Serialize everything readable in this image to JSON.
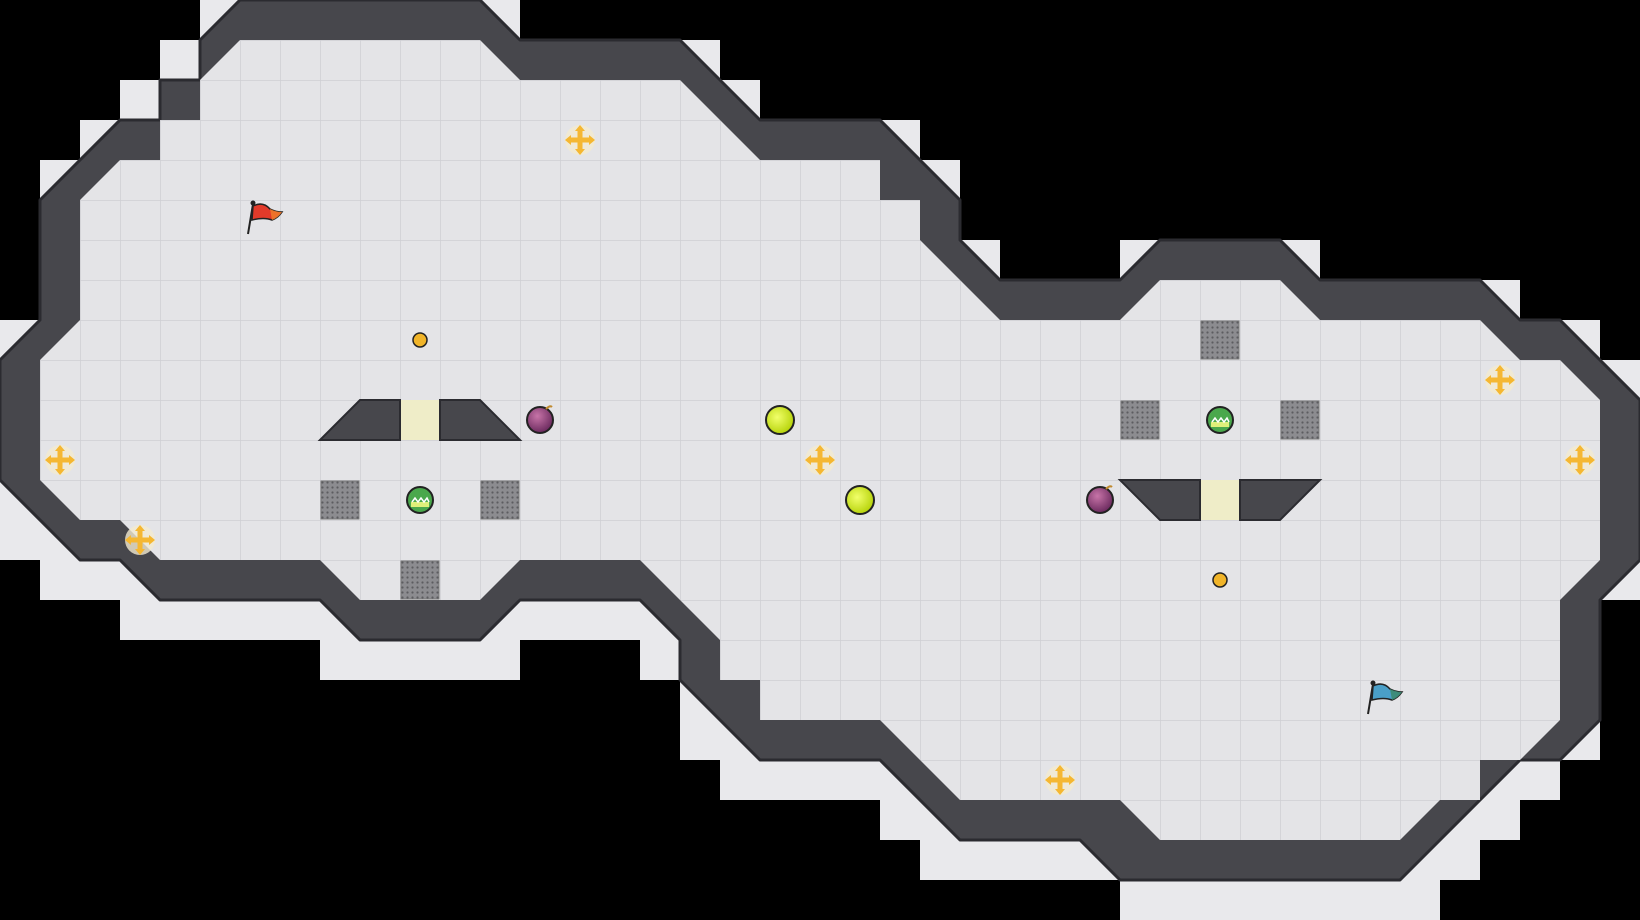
{
  "map": {
    "grid_cols": 41,
    "grid_rows": 23,
    "colors": {
      "background": "#000000",
      "floor": "#e4e4e7",
      "floor_line": "#cfcfd4",
      "wall": "#47474c",
      "wall_outline": "#2b2b30",
      "spike_tile": "#8a8a8e",
      "gate_tile": "#efedc8",
      "boost": "#f5b731",
      "powerup": "#d9f01a",
      "red_flag": "#e23a2a",
      "blue_flag": "#4a9fc8",
      "bomb": "#8a3a78",
      "portal": "#4aa84c"
    }
  },
  "flags": [
    {
      "team": "red",
      "icon": "red-flag-icon",
      "col": 6,
      "row": 5
    },
    {
      "team": "blue",
      "icon": "blue-flag-icon",
      "col": 34,
      "row": 17
    }
  ],
  "boosts": [
    {
      "icon": "boost-icon",
      "col": 14,
      "row": 3
    },
    {
      "icon": "boost-icon",
      "col": 1,
      "row": 11
    },
    {
      "icon": "boost-icon",
      "col": 3,
      "row": 13
    },
    {
      "icon": "boost-icon",
      "col": 20,
      "row": 11
    },
    {
      "icon": "boost-icon",
      "col": 37,
      "row": 9
    },
    {
      "icon": "boost-icon",
      "col": 39,
      "row": 11
    },
    {
      "icon": "boost-icon",
      "col": 26,
      "row": 19
    }
  ],
  "powerups": [
    {
      "icon": "powerup-icon",
      "col": 19,
      "row": 10
    },
    {
      "icon": "powerup-icon",
      "col": 21,
      "row": 12
    }
  ],
  "bombs": [
    {
      "icon": "bomb-icon",
      "col": 13,
      "row": 10
    },
    {
      "icon": "bomb-icon",
      "col": 27,
      "row": 12
    }
  ],
  "portals": [
    {
      "icon": "portal-icon",
      "col": 10,
      "row": 12
    },
    {
      "icon": "portal-icon",
      "col": 30,
      "row": 10
    }
  ],
  "buttons": [
    {
      "icon": "button-icon",
      "col": 10,
      "row": 8
    },
    {
      "icon": "button-icon",
      "col": 30,
      "row": 14
    }
  ],
  "spikes": [
    {
      "icon": "spike-icon",
      "col": 8,
      "row": 12
    },
    {
      "icon": "spike-icon",
      "col": 12,
      "row": 12
    },
    {
      "icon": "spike-icon",
      "col": 10,
      "row": 14
    },
    {
      "icon": "spike-icon",
      "col": 30,
      "row": 8
    },
    {
      "icon": "spike-icon",
      "col": 28,
      "row": 10
    },
    {
      "icon": "spike-icon",
      "col": 32,
      "row": 10
    }
  ],
  "gates": [
    {
      "icon": "gate-tile-icon",
      "col": 10,
      "row": 10
    },
    {
      "icon": "gate-tile-icon",
      "col": 30,
      "row": 12
    }
  ]
}
